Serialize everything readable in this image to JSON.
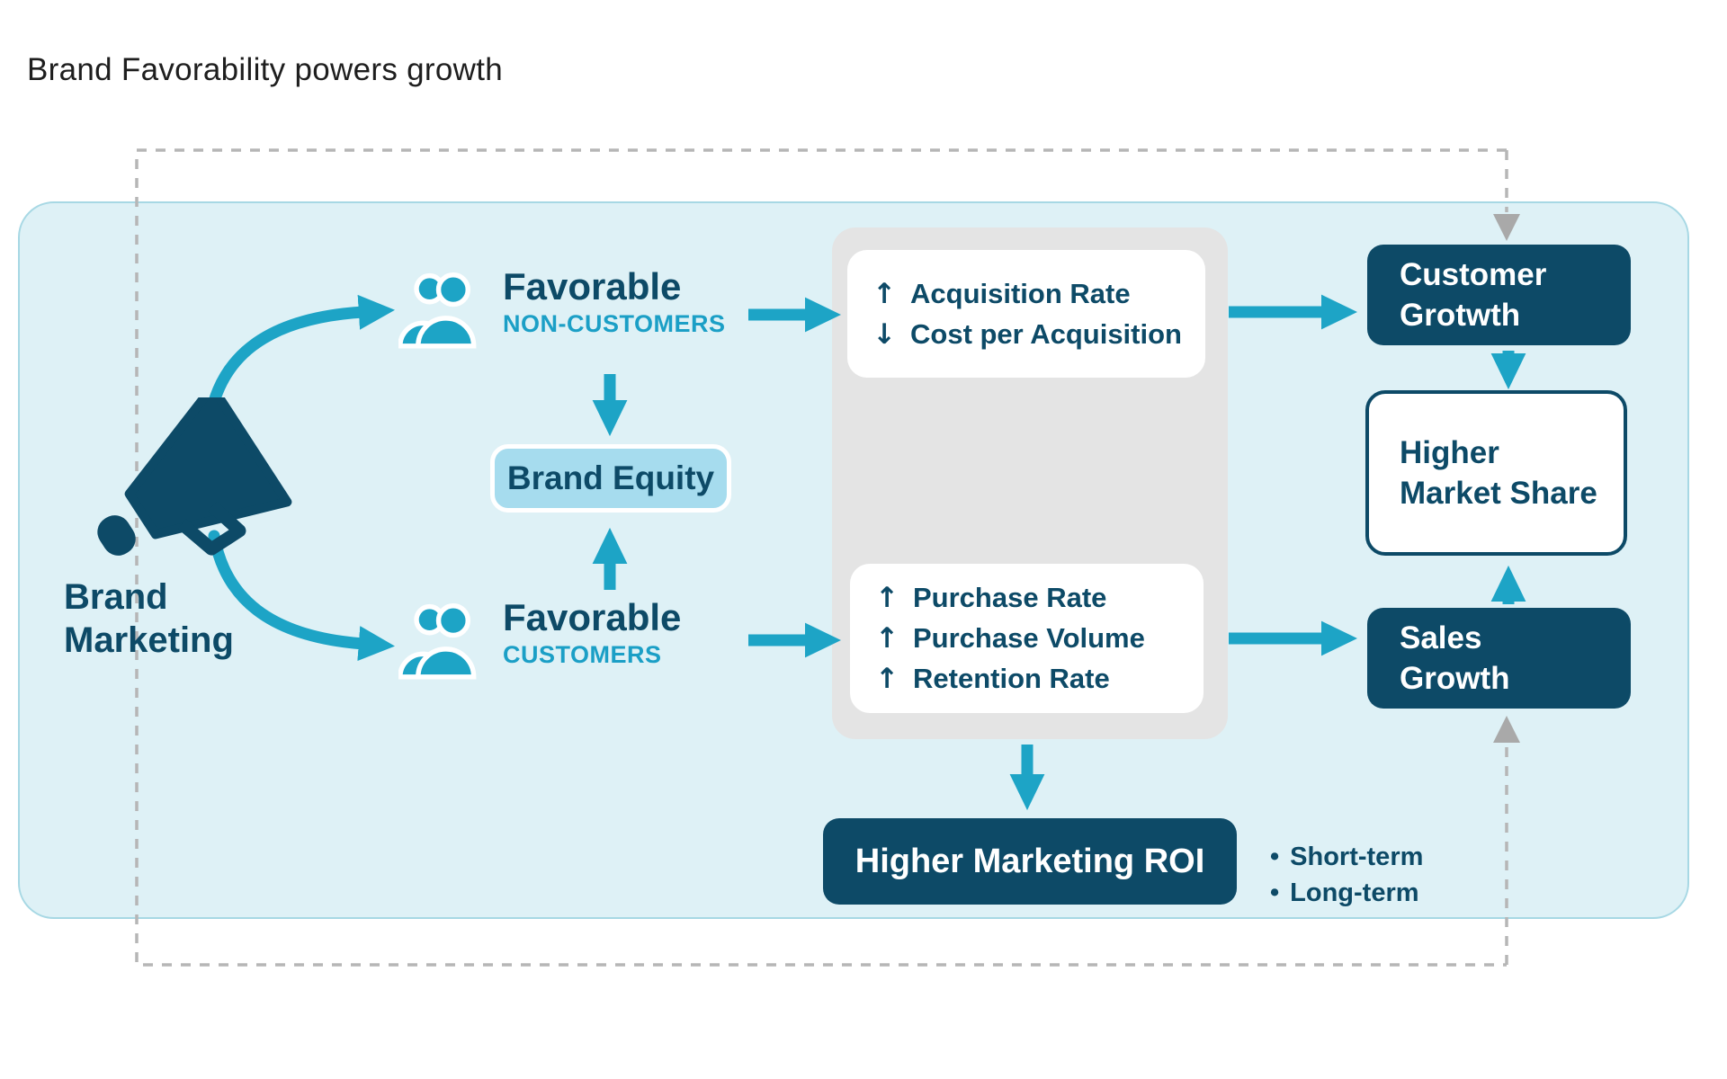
{
  "title": "Brand Favorability powers growth",
  "colors": {
    "navy": "#0d4a67",
    "teal_arrow": "#1da4c6",
    "teal_text": "#1b9fc6",
    "container_bg": "#def1f6",
    "container_border": "#a7d8e4",
    "panel_gray": "#e4e4e4",
    "equity_bg": "#a6dcee",
    "dash_gray": "#b6b6b6",
    "arrowhead_gray": "#a9a9a9"
  },
  "brand_marketing": {
    "line1": "Brand",
    "line2": "Marketing"
  },
  "favorable_non_customers": {
    "title": "Favorable",
    "subtitle": "NON-CUSTOMERS"
  },
  "favorable_customers": {
    "title": "Favorable",
    "subtitle": "CUSTOMERS"
  },
  "brand_equity": {
    "label": "Brand Equity"
  },
  "acquisition_card": {
    "items": [
      {
        "arrow": "↑",
        "label": "Acquisition Rate"
      },
      {
        "arrow": "↓",
        "label": "Cost per Acquisition"
      }
    ]
  },
  "purchase_card": {
    "items": [
      {
        "arrow": "↑",
        "label": "Purchase Rate"
      },
      {
        "arrow": "↑",
        "label": "Purchase Volume"
      },
      {
        "arrow": "↑",
        "label": "Retention Rate"
      }
    ]
  },
  "customer_growth": {
    "line1": "Customer",
    "line2": "Grotwth"
  },
  "higher_market_share": {
    "line1": "Higher",
    "line2": "Market Share"
  },
  "sales_growth": {
    "line1": "Sales",
    "line2": "Growth"
  },
  "marketing_roi": {
    "label": "Higher Marketing ROI"
  },
  "roi_terms": {
    "items": [
      {
        "bullet": "•",
        "label": "Short-term"
      },
      {
        "bullet": "•",
        "label": "Long-term"
      }
    ]
  }
}
